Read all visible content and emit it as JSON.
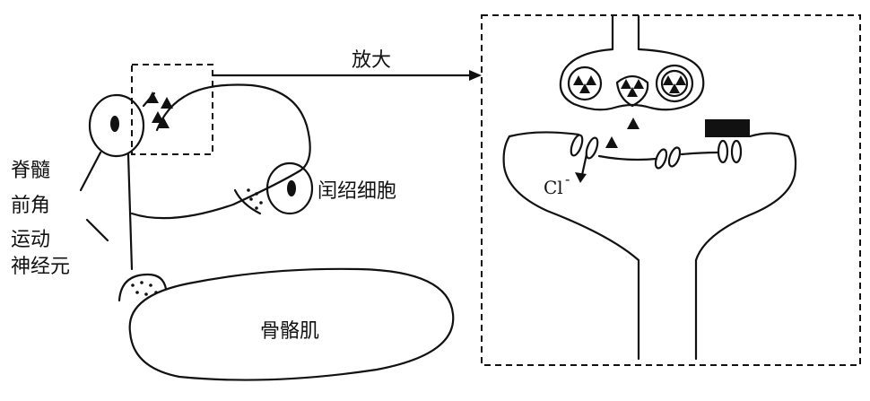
{
  "labels": {
    "magnify": "放大",
    "interneuron": "闰绍细胞",
    "motor_neuron": [
      "脊髓",
      "前角",
      "运动",
      "神经元"
    ],
    "muscle": "骨骼肌",
    "chloride": "Cl",
    "chloride_charge": "-"
  },
  "colors": {
    "ink": "#111111",
    "background": "#ffffff"
  }
}
